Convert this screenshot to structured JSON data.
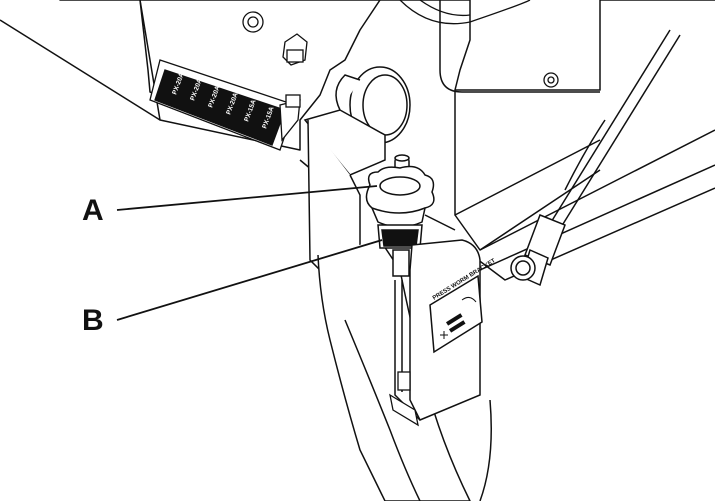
{
  "callouts": [
    {
      "id": "A",
      "label": "A"
    },
    {
      "id": "B",
      "label": "B"
    }
  ],
  "fuse_block": {
    "fuses": [
      "PX-20A",
      "PX-20A",
      "PX-20A",
      "PX-20A",
      "PX-15A",
      "PX-15A"
    ]
  },
  "decal": {
    "heading": "PRESS WORM BRACKET"
  },
  "colors": {
    "line": "#111111",
    "fill": "#ffffff",
    "gray": "#bdbdbd"
  }
}
